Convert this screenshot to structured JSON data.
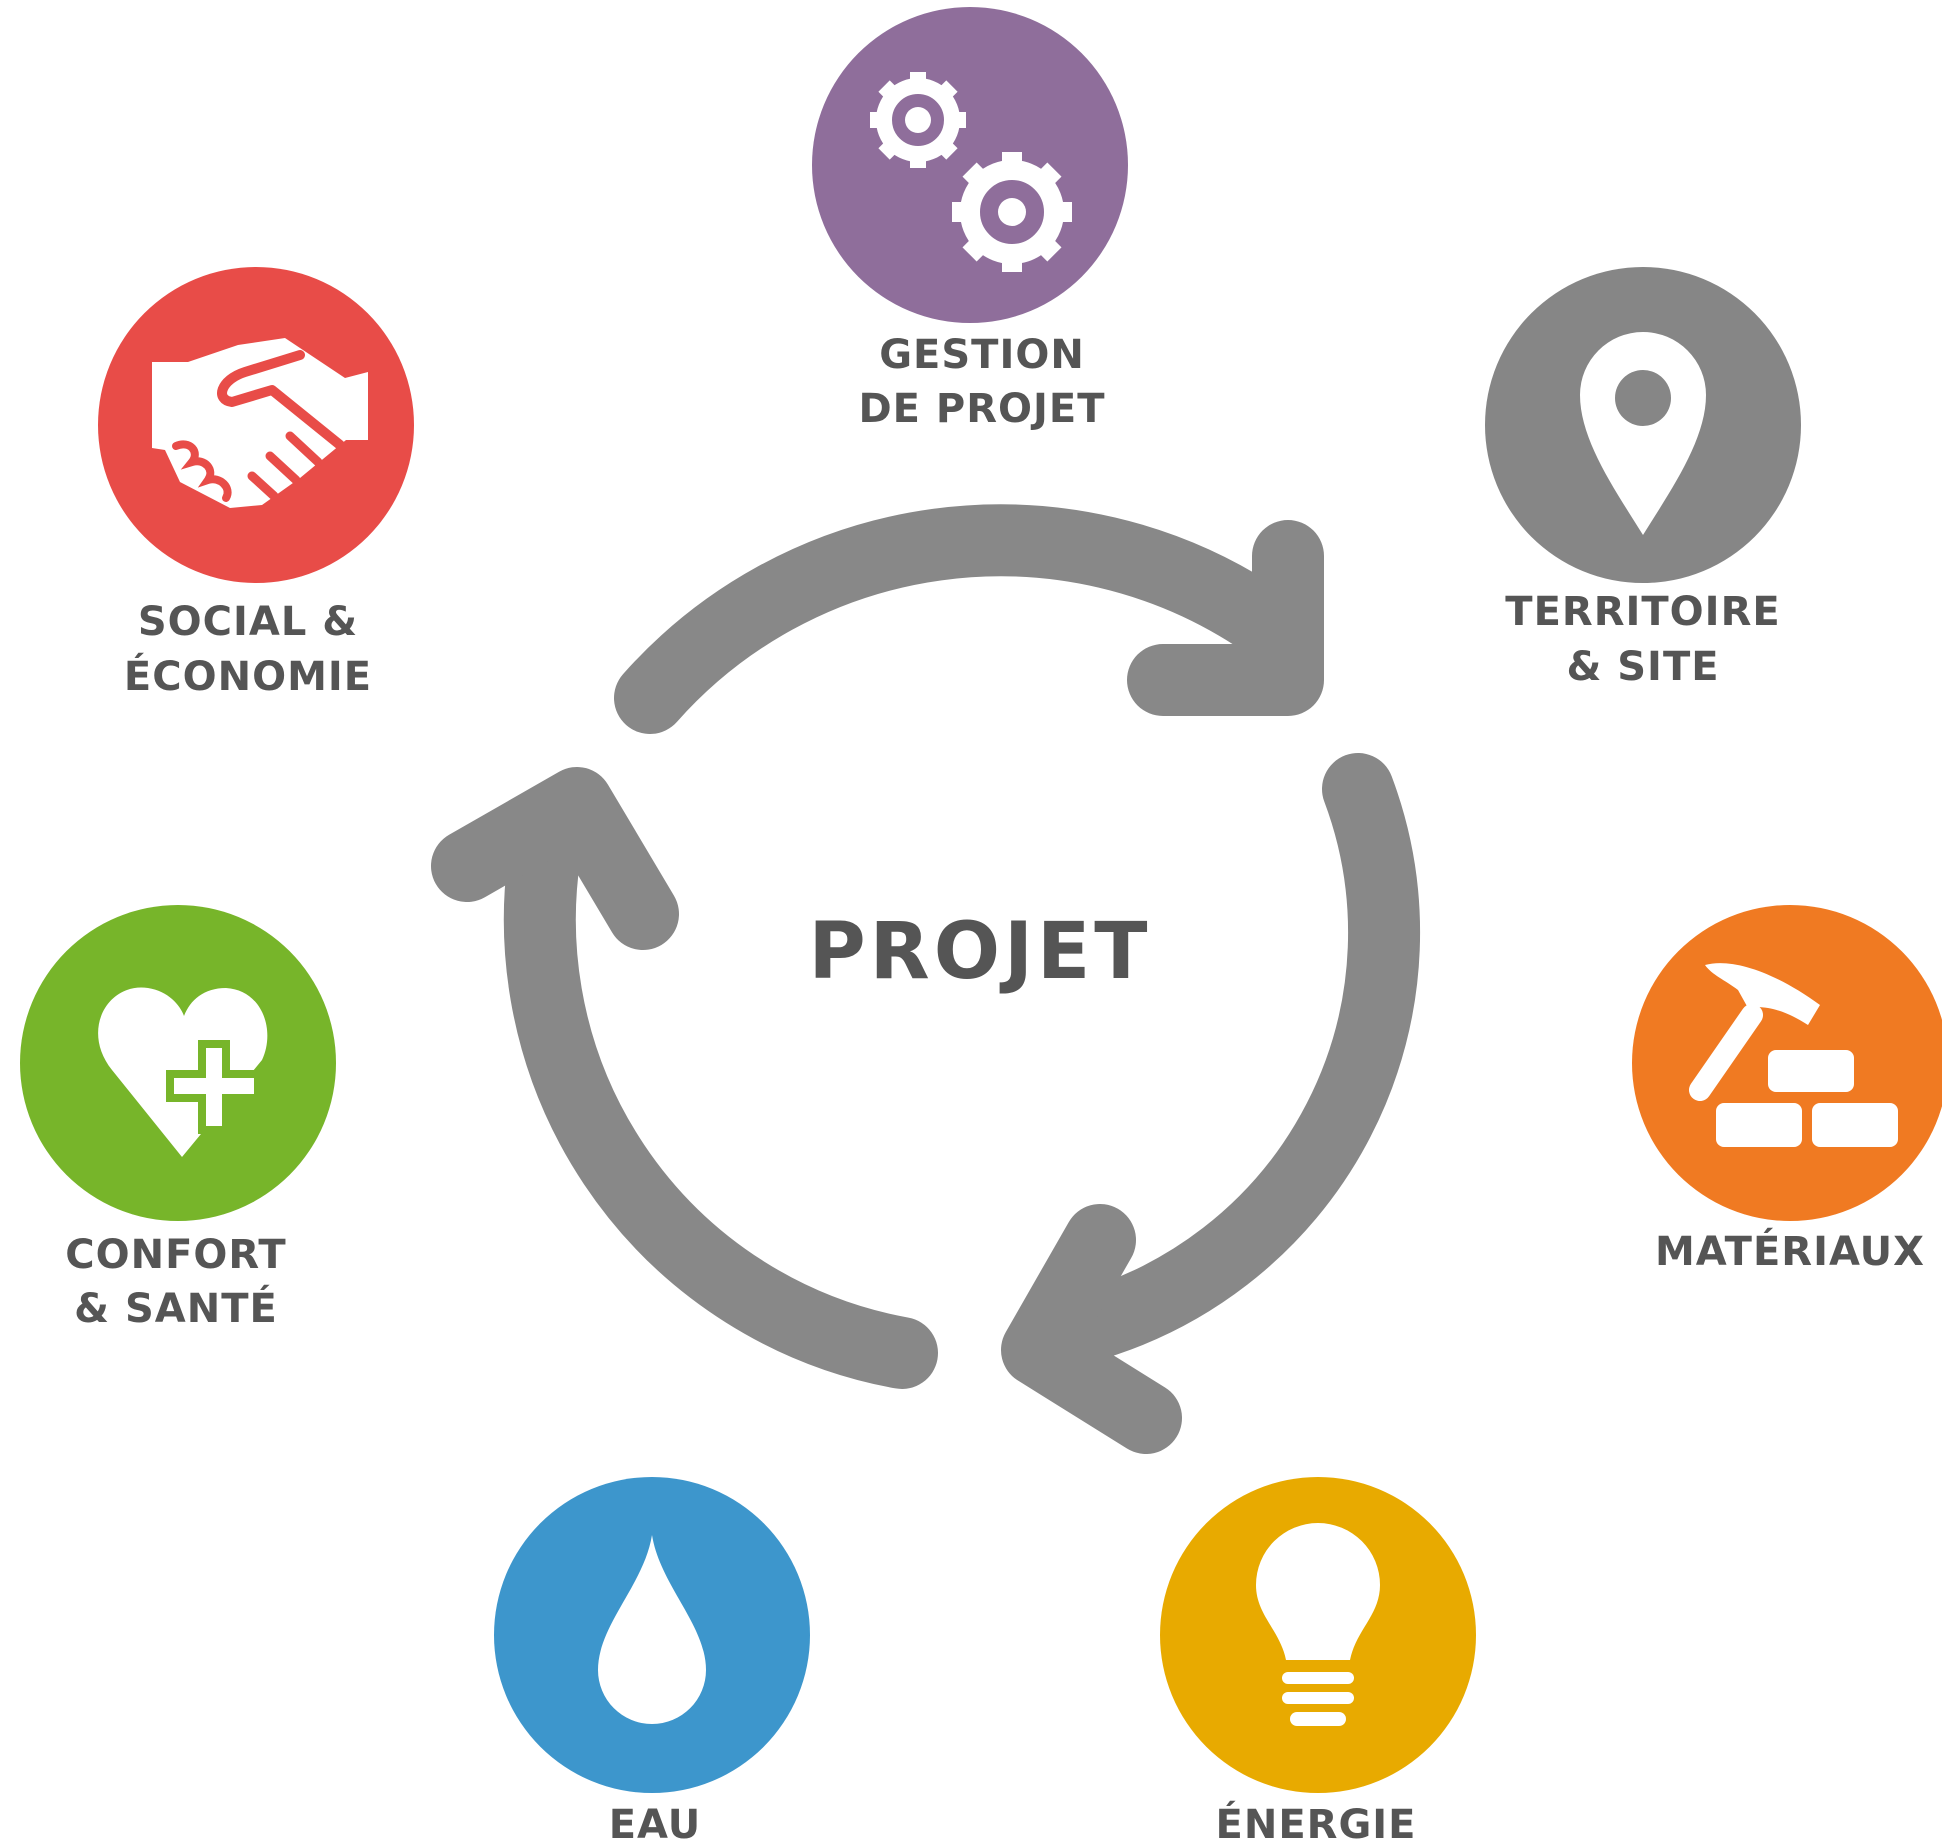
{
  "center": {
    "label": "PROJET"
  },
  "arrow_color": "#888888",
  "text_color": "#555555",
  "items": [
    {
      "id": "gestion",
      "line1": "GESTION",
      "line2": "DE PROJET",
      "color": "#8f6e9b",
      "icon": "gears-icon"
    },
    {
      "id": "territoire",
      "line1": "TERRITOIRE",
      "line2": "& SITE",
      "color": "#868686",
      "icon": "map-pin-icon"
    },
    {
      "id": "materiaux",
      "line1": "MATÉRIAUX",
      "line2": "",
      "color": "#f07a22",
      "icon": "hammer-bricks-icon"
    },
    {
      "id": "energie",
      "line1": "ÉNERGIE",
      "line2": "",
      "color": "#e8aa00",
      "icon": "lightbulb-icon"
    },
    {
      "id": "eau",
      "line1": "EAU",
      "line2": "",
      "color": "#3d96cc",
      "icon": "water-drop-icon"
    },
    {
      "id": "confort",
      "line1": "CONFORT",
      "line2": "& SANTÉ",
      "color": "#77b52a",
      "icon": "heart-cross-icon"
    },
    {
      "id": "social",
      "line1": "SOCIAL &",
      "line2": "ÉCONOMIE",
      "color": "#e84c48",
      "icon": "handshake-icon"
    }
  ]
}
